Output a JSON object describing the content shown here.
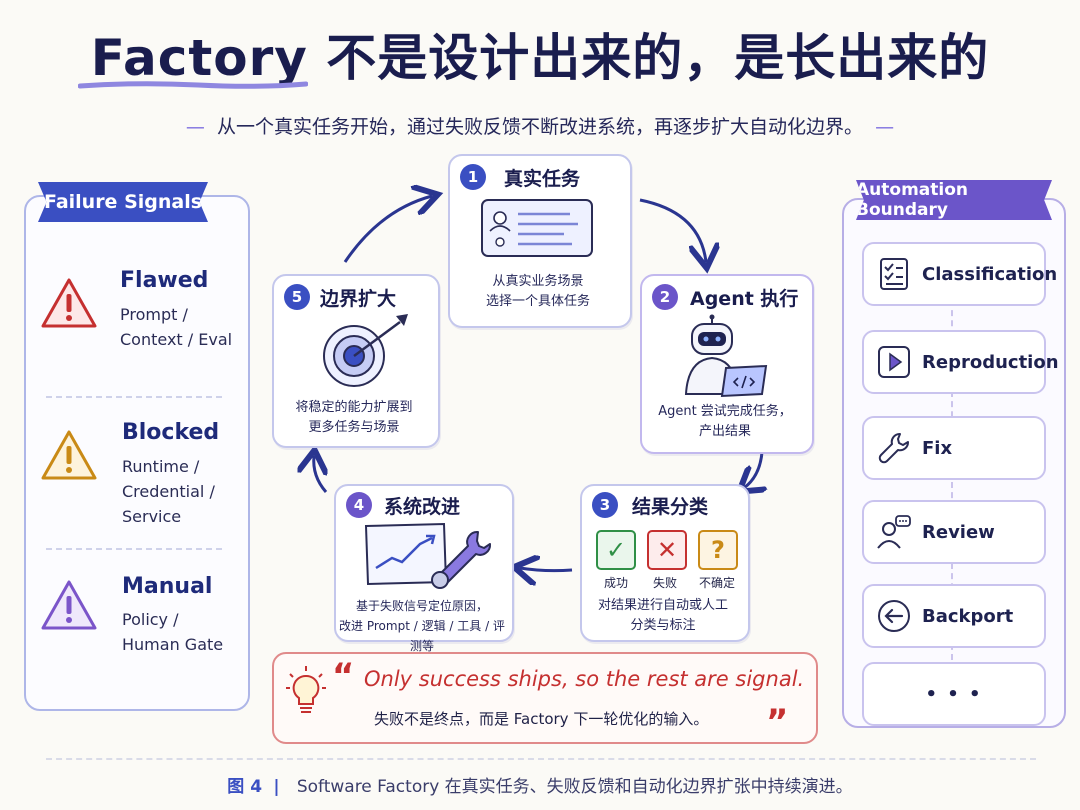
{
  "title": "Factory 不是设计出来的，是长出来的",
  "subtitle": "从一个真实任务开始，通过失败反馈不断改进系统，再逐步扩大自动化边界。",
  "failure_signals": {
    "heading": "Failure Signals",
    "items": [
      {
        "title": "Flawed",
        "lines": [
          "Prompt /",
          "Context / Eval"
        ],
        "icon": "warning-icon",
        "color": "#c53030"
      },
      {
        "title": "Blocked",
        "lines": [
          "Runtime /",
          "Credential /",
          "Service"
        ],
        "icon": "warning-icon",
        "color": "#c98a16"
      },
      {
        "title": "Manual",
        "lines": [
          "Policy /",
          "Human Gate"
        ],
        "icon": "warning-icon",
        "color": "#7b55c9"
      }
    ]
  },
  "automation_boundary": {
    "heading": "Automation Boundary",
    "items": [
      {
        "label": "Classification",
        "icon": "checklist-icon"
      },
      {
        "label": "Reproduction",
        "icon": "play-icon"
      },
      {
        "label": "Fix",
        "icon": "wrench-icon"
      },
      {
        "label": "Review",
        "icon": "reviewer-icon"
      },
      {
        "label": "Backport",
        "icon": "back-arrow-icon"
      },
      {
        "label": "• • •",
        "icon": ""
      }
    ]
  },
  "cycle": {
    "step1": {
      "num": "1",
      "title": "真实任务",
      "desc": [
        "从真实业务场景",
        "选择一个具体任务"
      ]
    },
    "step2": {
      "num": "2",
      "title": "Agent 执行",
      "desc": [
        "Agent 尝试完成任务，",
        "产出结果"
      ]
    },
    "step3": {
      "num": "3",
      "title": "结果分类",
      "outcomes": [
        "成功",
        "失败",
        "不确定"
      ],
      "desc": [
        "对结果进行自动或人工",
        "分类与标注"
      ]
    },
    "step4": {
      "num": "4",
      "title": "系统改进",
      "desc": [
        "基于失败信号定位原因，",
        "改进 Prompt / 逻辑 / 工具 / 评测等"
      ]
    },
    "step5": {
      "num": "5",
      "title": "边界扩大",
      "desc": [
        "将稳定的能力扩展到",
        "更多任务与场景"
      ]
    }
  },
  "quote": {
    "open_mark": "“",
    "close_mark": "”",
    "en": "Only success ships, so the rest are signal.",
    "cn": "失败不是终点，而是 Factory 下一轮优化的输入。"
  },
  "caption": {
    "label": "图 4",
    "text": "Software Factory 在真实任务、失败反馈和自动化边界扩张中持续演进。"
  },
  "colors": {
    "navy": "#1a1d4e",
    "blue": "#3a4fc2",
    "purple": "#6b55c9",
    "red": "#c53030",
    "amber": "#c98a16",
    "green": "#2f8f46"
  }
}
